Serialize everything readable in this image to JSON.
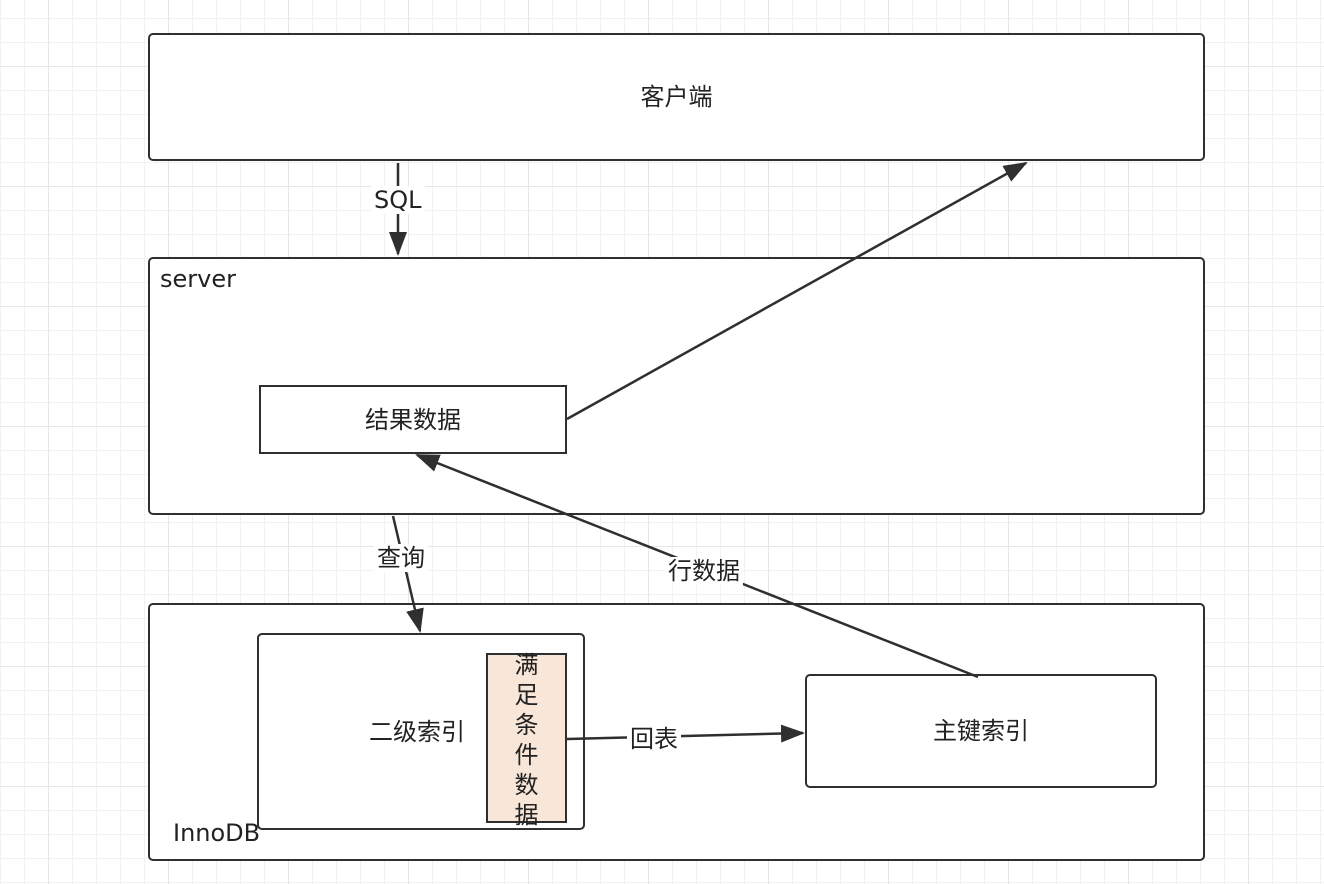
{
  "nodes": {
    "client": {
      "label": "客户端"
    },
    "server": {
      "label": "server"
    },
    "result_data": {
      "label": "结果数据"
    },
    "innodb": {
      "label": "InnoDB"
    },
    "secondary_index": {
      "label": "二级索引"
    },
    "matched_data": {
      "label": "满足条件数据"
    },
    "primary_index": {
      "label": "主键索引"
    }
  },
  "edges": {
    "sql": {
      "label": "SQL"
    },
    "query": {
      "label": "查询"
    },
    "row_data": {
      "label": "行数据"
    },
    "back_to_table": {
      "label": "回表"
    }
  },
  "colors": {
    "stroke": "#2f2f2f",
    "highlight_fill": "#f8e6d8"
  }
}
